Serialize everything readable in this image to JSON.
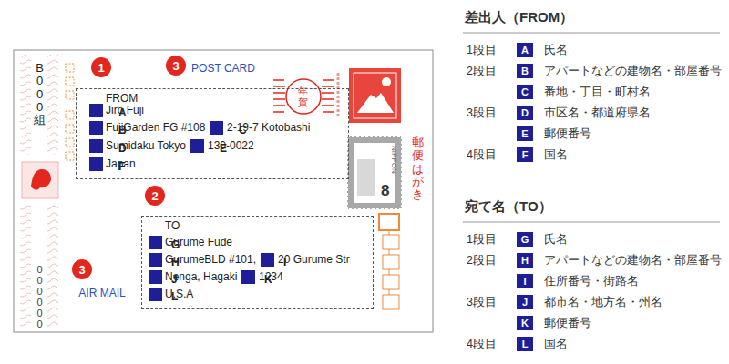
{
  "diagram": {
    "nodes": [
      {
        "text": [
          "1"
        ]
      },
      {
        "text": [
          "3"
        ]
      },
      {
        "text": [
          "POST CARD"
        ]
      },
      {
        "text": [
          "FROM",
          "Jiro Fuji",
          "FujiGarden FG #108",
          "2-19-7 Kotobashi",
          "Sumidaku Tokyo",
          "130-0022",
          "Japan"
        ]
      },
      {
        "text": [
          "A"
        ],
        "in": 3
      },
      {
        "text": [
          "B"
        ],
        "in": 3
      },
      {
        "text": [
          "C"
        ],
        "in": 3
      },
      {
        "text": [
          "D"
        ],
        "in": 3
      },
      {
        "text": [
          "E"
        ],
        "in": 3
      },
      {
        "text": [
          "F"
        ],
        "in": 3
      },
      {
        "text": [
          "2"
        ]
      },
      {
        "text": [
          "TO",
          "Gurume Fude",
          "GurumeBLD #101,",
          "20 Gurume Str",
          "Nenga, Hagaki",
          "1234",
          "U.S.A"
        ]
      },
      {
        "text": [
          "G"
        ],
        "in": 11
      },
      {
        "text": [
          "H"
        ],
        "in": 11
      },
      {
        "text": [
          "I"
        ],
        "in": 11
      },
      {
        "text": [
          "J"
        ],
        "in": 11
      },
      {
        "text": [
          "K"
        ],
        "in": 11
      },
      {
        "text": [
          "L"
        ],
        "in": 11
      },
      {
        "text": [
          "3"
        ]
      },
      {
        "text": [
          "AIR MAIL"
        ]
      },
      {
        "text": [
          "A"
        ]
      },
      {
        "text": [
          "B"
        ]
      },
      {
        "text": [
          "C"
        ]
      },
      {
        "text": [
          "D"
        ]
      },
      {
        "text": [
          "E"
        ]
      },
      {
        "text": [
          "F"
        ]
      },
      {
        "text": [
          "G"
        ]
      },
      {
        "text": [
          "H"
        ]
      },
      {
        "text": [
          "I"
        ]
      },
      {
        "text": [
          "J"
        ]
      },
      {
        "text": [
          "K"
        ]
      },
      {
        "text": [
          "L"
        ]
      }
    ],
    "labels": [
      "B000組",
      "000000",
      "年賀",
      "NIPPON",
      "8",
      "郵便はがき",
      "差出人（FROM）",
      "1段目",
      "氏名",
      "2段目",
      "アパートなどの建物名・部屋番号",
      "番地・丁目・町村名",
      "3段目",
      "市区名・都道府県名",
      "郵便番号",
      "4段目",
      "国名",
      "宛て名（TO）",
      "1段目",
      "氏名",
      "2段目",
      "アパートなどの建物名・部屋番号",
      "住所番号・街路名",
      "3段目",
      "都市名・地方名・州名",
      "郵便番号",
      "4段目",
      "国名"
    ]
  }
}
